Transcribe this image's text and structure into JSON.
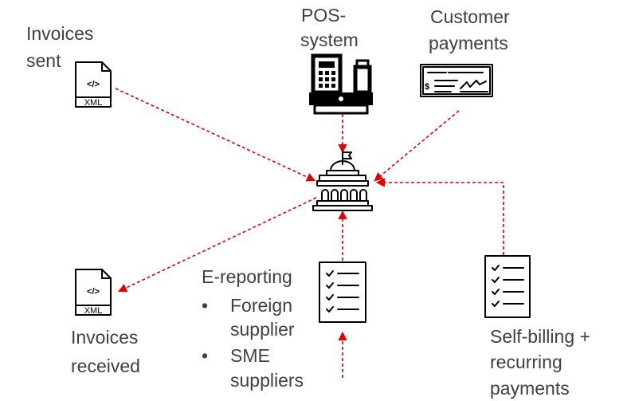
{
  "nodes": {
    "invoices_sent": [
      "Invoices",
      "sent"
    ],
    "pos_system": [
      "POS-",
      "system"
    ],
    "customer_payments": [
      "Customer",
      "payments"
    ],
    "invoices_received": [
      "Invoices",
      "received"
    ],
    "e_reporting": {
      "title": "E-reporting",
      "bullet_symbol": "•",
      "items": [
        [
          "Foreign",
          "supplier"
        ],
        [
          "SME",
          "suppliers"
        ]
      ]
    },
    "self_billing": [
      "Self-billing +",
      "recurring",
      "payments"
    ]
  },
  "icons": {
    "xml_file": {
      "name": "xml-file-icon",
      "label": "XML",
      "code": "</>"
    },
    "pos_register": "cash-register-icon",
    "cheque": {
      "name": "cheque-icon",
      "symbol": "$"
    },
    "government": "government-building-icon",
    "checklist": "checklist-icon"
  },
  "colors": {
    "flow_arrow": "#e00000",
    "text": "#404040",
    "icon": "#000000"
  }
}
